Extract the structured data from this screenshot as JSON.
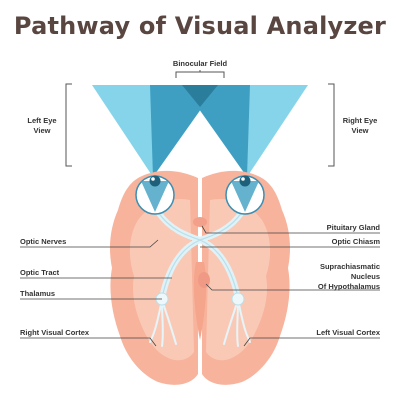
{
  "title": "Pathway of Visual Analyzer",
  "labels": {
    "binocular_field": "Binocular Field",
    "left_eye_view": "Left Eye\nView",
    "right_eye_view": "Right Eye\nView",
    "optic_nerves": "Optic Nerves",
    "optic_tract": "Optic Tract",
    "thalamus": "Thalamus",
    "right_visual_cortex": "Right Visual Cortex",
    "pituitary_gland": "Pituitary Gland",
    "optic_chiasm": "Optic Chiasm",
    "suprachiasmatic": "Suprachiasmatic\nNucleus\nOf Hypothalamus",
    "left_visual_cortex": "Left Visual Cortex"
  },
  "colors": {
    "brain_outer": "#f7b39c",
    "brain_inner": "#f9c3b1",
    "cone_light": "#7fd0e8",
    "cone_dark": "#3b9bbd",
    "cone_overlap": "#2d7f9f",
    "nerve": "#e7f4f8",
    "title": "#5a4640"
  }
}
